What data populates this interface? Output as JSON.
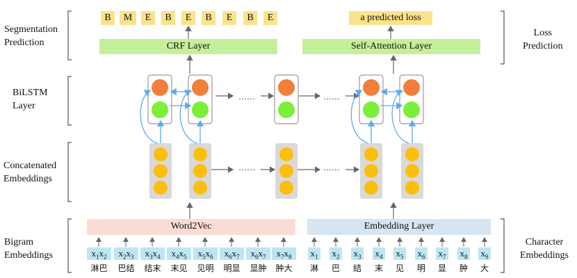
{
  "left_labels": {
    "segmentation": [
      "Segmentation",
      "Prediction"
    ],
    "bilstm": [
      "BiLSTM",
      "Layer"
    ],
    "concat": [
      "Concatenated",
      "Embeddings"
    ],
    "bigram": [
      "Bigram",
      "Embeddings"
    ]
  },
  "right_labels": {
    "loss": [
      "Loss",
      "Prediction"
    ],
    "character": [
      "Character",
      "Embeddings"
    ]
  },
  "tags": [
    "B",
    "M",
    "E",
    "B",
    "E",
    "B",
    "E",
    "B",
    "E"
  ],
  "predicted_loss": "a predicted loss",
  "crf_layer": "CRF Layer",
  "self_attention_layer": "Self-Attention Layer",
  "word2vec": "Word2Vec",
  "embedding_layer": "Embedding Layer",
  "ellipsis": "……",
  "bigram_tokens": [
    {
      "a": "1",
      "b": "2",
      "text": "淋巴"
    },
    {
      "a": "2",
      "b": "3",
      "text": "巴结"
    },
    {
      "a": "3",
      "b": "4",
      "text": "结末"
    },
    {
      "a": "4",
      "b": "5",
      "text": "末见"
    },
    {
      "a": "5",
      "b": "6",
      "text": "见明"
    },
    {
      "a": "6",
      "b": "7",
      "text": "明显"
    },
    {
      "a": "6",
      "b": "7",
      "text": "显肿"
    },
    {
      "a": "7",
      "b": "8",
      "text": "肿大"
    }
  ],
  "char_tokens": [
    {
      "i": "1",
      "text": "淋"
    },
    {
      "i": "2",
      "text": "巴"
    },
    {
      "i": "3",
      "text": "结"
    },
    {
      "i": "4",
      "text": "末"
    },
    {
      "i": "5",
      "text": "见"
    },
    {
      "i": "6",
      "text": "明"
    },
    {
      "i": "7",
      "text": "显"
    },
    {
      "i": "8",
      "text": "肿"
    },
    {
      "i": "9",
      "text": "大"
    }
  ],
  "colors": {
    "tag_yellow": "#fbe38c",
    "green_bar": "#c4f09a",
    "pink_bar": "#fbdcd5",
    "blue_bar": "#d5e5f1",
    "token_blue": "#bde6f4",
    "node_orange": "#f07f3c",
    "node_green": "#7bef3a",
    "node_yellow": "#fbbf0b",
    "column_gray": "#d9d9d9",
    "arrow_blue": "#5aaaf0"
  }
}
